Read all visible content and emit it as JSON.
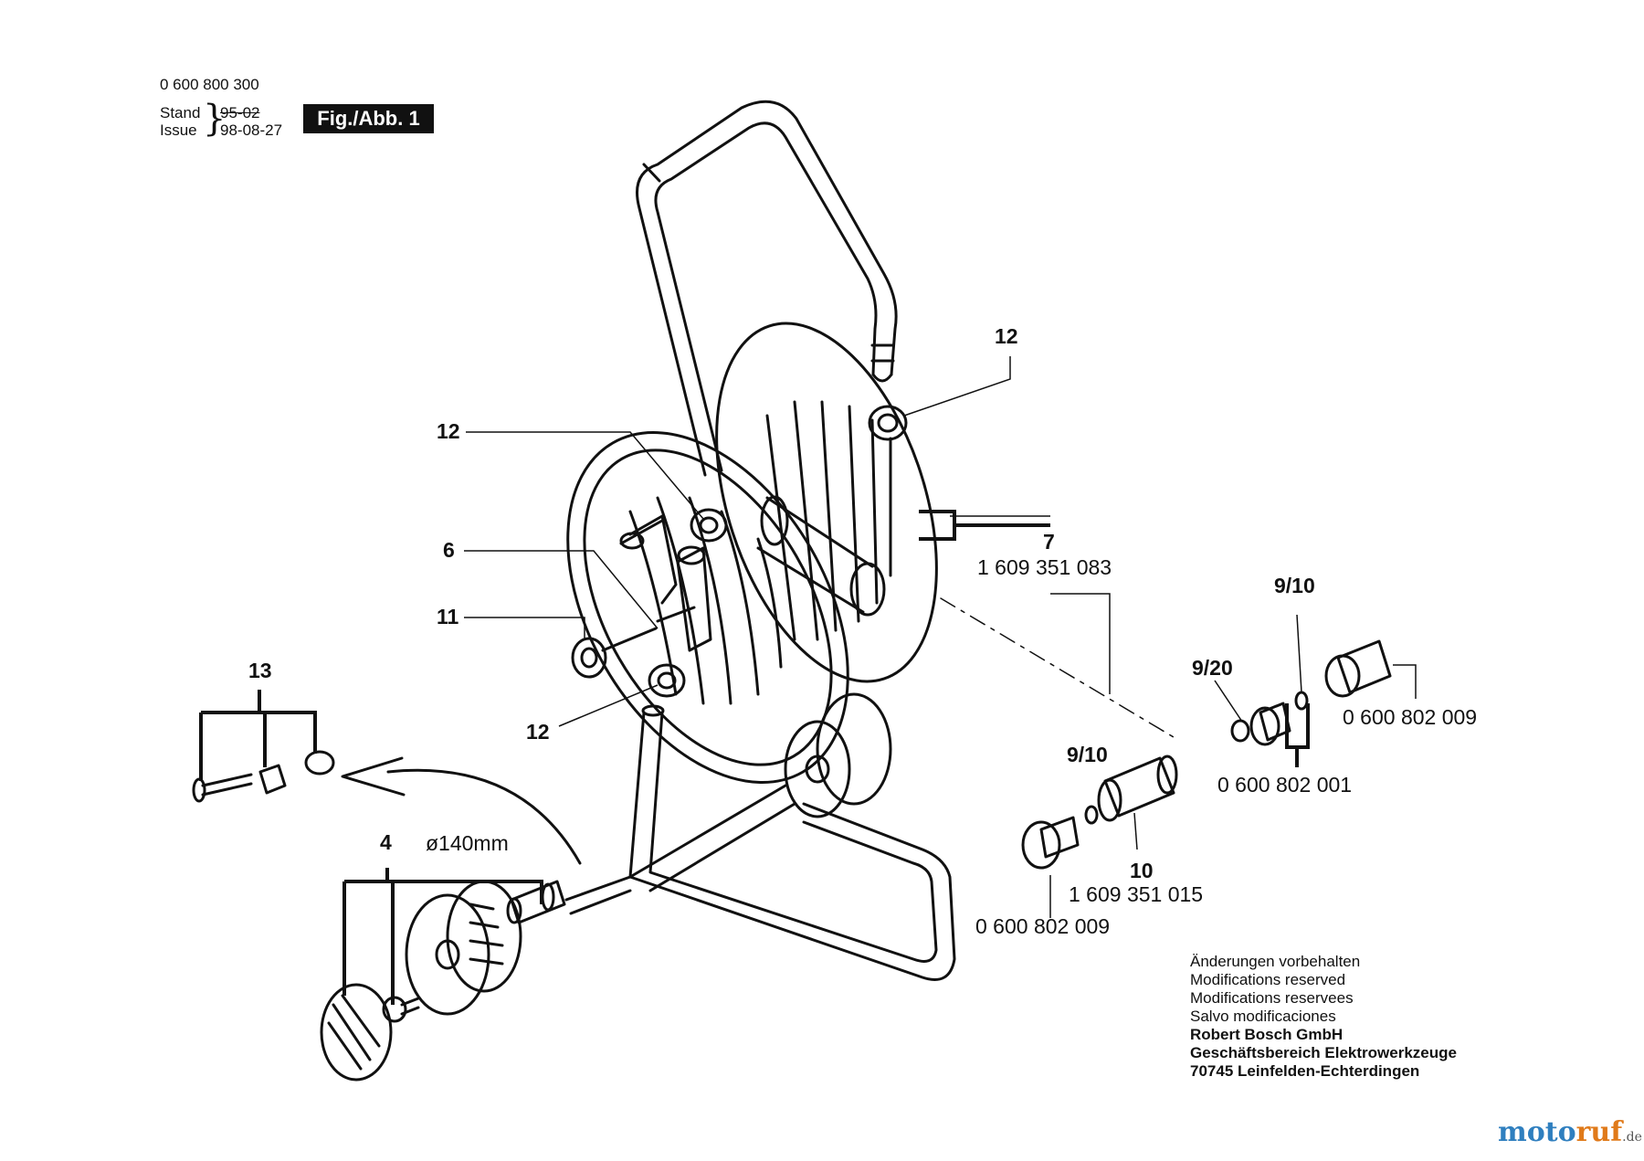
{
  "header": {
    "part_number": "0 600 800 300",
    "stand_label": "Stand",
    "issue_label": "Issue",
    "stand_value": "95-02",
    "issue_value": "98-08-27",
    "figure_label": "Fig./Abb. 1"
  },
  "callouts": {
    "c12_top": "12",
    "c12_left": "12",
    "c12_bottom": "12",
    "c6": "6",
    "c11": "11",
    "c13": "13",
    "c4": "4",
    "diameter": "ø140mm",
    "c7": "7",
    "c7_part": "1 609 351 083",
    "c910_right": "9/10",
    "c920": "9/20",
    "c910_left": "9/10",
    "c10": "10",
    "c10_part": "1 609 351 015",
    "part_802009_right": "0 600 802 009",
    "part_802001": "0 600 802 001",
    "part_802009_bottom": "0 600 802 009"
  },
  "notes": {
    "lines": [
      "Änderungen vorbehalten",
      "Modifications reserved",
      "Modifications reservees",
      "Salvo modificaciones"
    ],
    "company_lines": [
      "Robert Bosch GmbH",
      "Geschäftsbereich Elektrowerkzeuge",
      "70745 Leinfelden-Echterdingen"
    ]
  },
  "watermark": {
    "part1": "moto",
    "part2": "ruf",
    "tld": ".de"
  },
  "colors": {
    "ink": "#111111",
    "watermark_blue": "#2f7fbf",
    "watermark_orange": "#e07a1a"
  }
}
